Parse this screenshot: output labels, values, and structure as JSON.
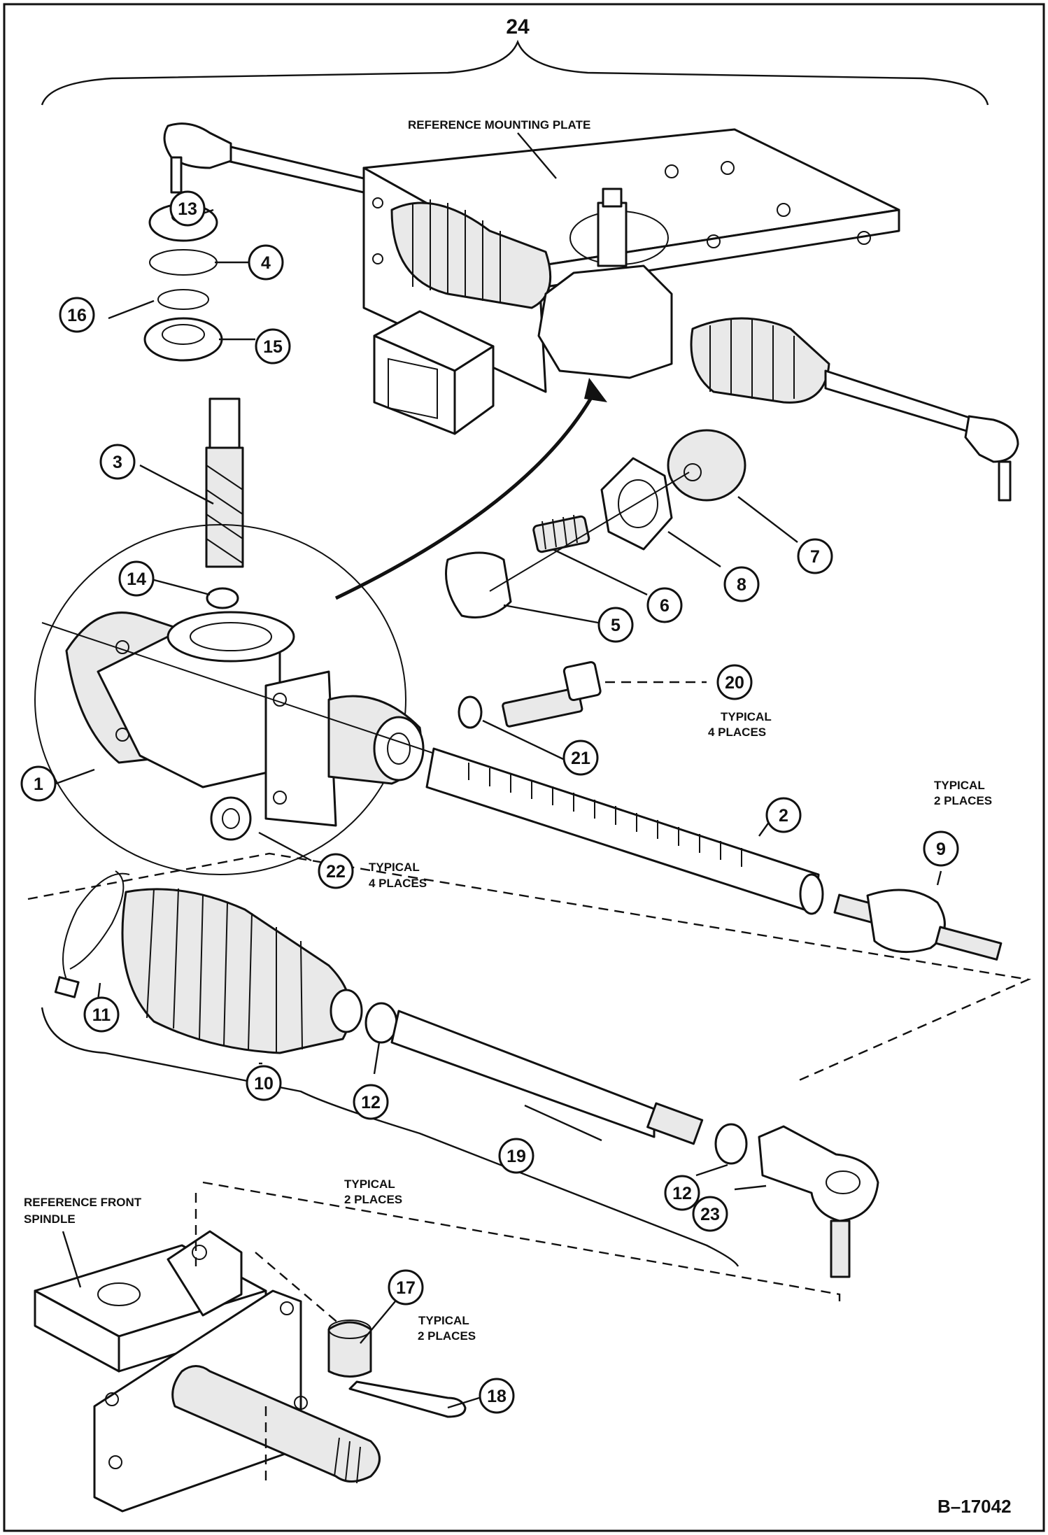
{
  "assembly_number": "24",
  "figure_id": "B–17042",
  "labels": {
    "mounting_plate": "REFERENCE MOUNTING PLATE",
    "front_spindle_line1": "REFERENCE FRONT",
    "front_spindle_line2": "SPINDLE"
  },
  "notes": {
    "typical": "TYPICAL",
    "four_places": "4 PLACES",
    "two_places": "2 PLACES"
  },
  "callouts": [
    "1",
    "2",
    "3",
    "4",
    "5",
    "6",
    "7",
    "8",
    "9",
    "10",
    "11",
    "12",
    "13",
    "14",
    "15",
    "16",
    "17",
    "18",
    "19",
    "20",
    "21",
    "22",
    "23"
  ]
}
